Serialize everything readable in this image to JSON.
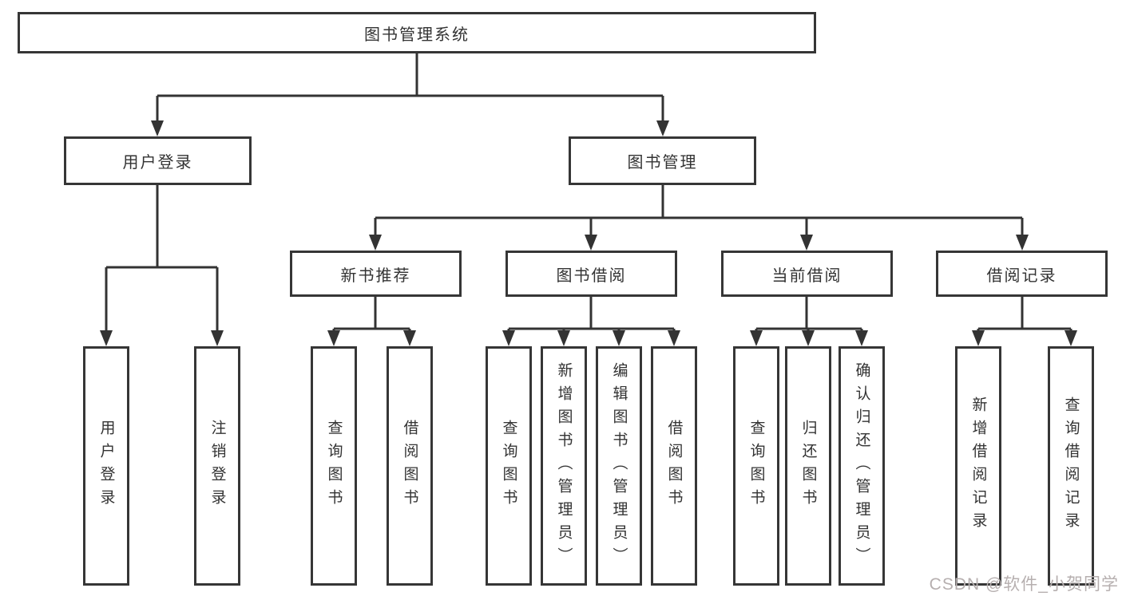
{
  "diagram": {
    "root": {
      "label": "图书管理系统"
    },
    "branches": [
      {
        "label": "用户登录",
        "children": [
          "用户登录",
          "注销登录"
        ]
      },
      {
        "label": "图书管理",
        "children": [
          {
            "label": "新书推荐",
            "children": [
              "查询图书",
              "借阅图书"
            ]
          },
          {
            "label": "图书借阅",
            "children": [
              "查询图书",
              "新增图书（管理员）",
              "编辑图书（管理员）",
              "借阅图书"
            ]
          },
          {
            "label": "当前借阅",
            "children": [
              "查询图书",
              "归还图书",
              "确认归还（管理员）"
            ]
          },
          {
            "label": "借阅记录",
            "children": [
              "新增借阅记录",
              "查询借阅记录"
            ]
          }
        ]
      }
    ]
  },
  "colors": {
    "line": "#333333",
    "box_border": "#363636",
    "text": "#333333",
    "watermark": "#b6afaf",
    "background": "#ffffff"
  },
  "watermark": {
    "text": "CSDN @软件_小贺同学"
  }
}
